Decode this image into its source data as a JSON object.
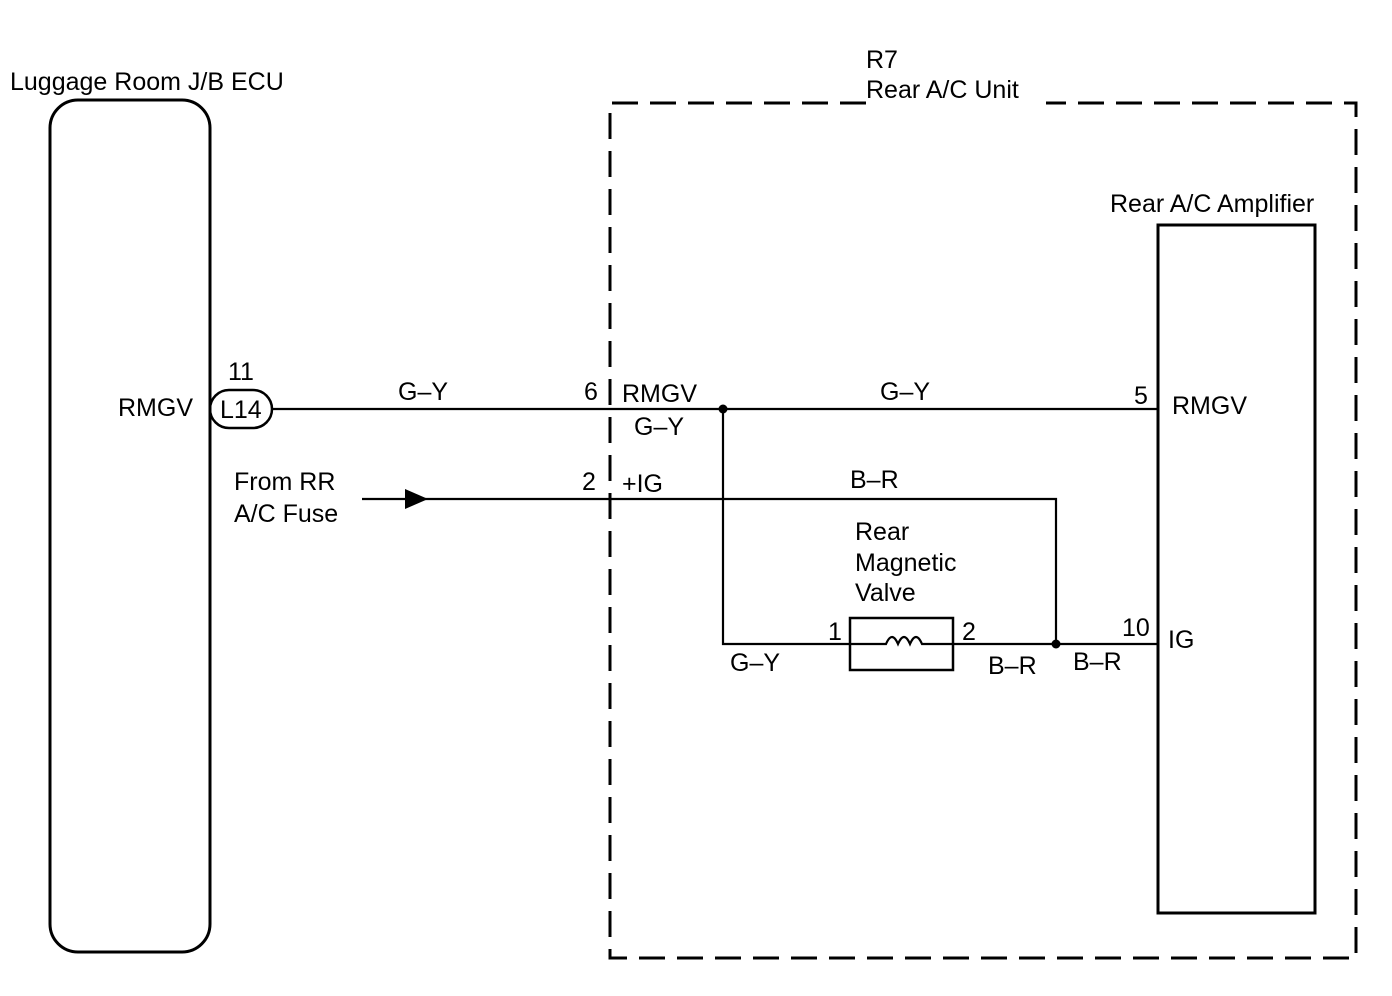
{
  "ecu": {
    "title": "Luggage Room J/B ECU",
    "terminal": "RMGV",
    "pin": "11",
    "connector": "L14"
  },
  "unit": {
    "code": "R7",
    "name": "Rear A/C Unit"
  },
  "amplifier": {
    "title": "Rear A/C Amplifier",
    "pin_rmgv": "5",
    "term_rmgv": "RMGV",
    "pin_ig": "10",
    "term_ig": "IG"
  },
  "unit_pins": {
    "pin_6": "6",
    "label_6": "RMGV",
    "pin_2": "2",
    "label_2": "+IG"
  },
  "fuse": {
    "line1": "From RR",
    "line2": "A/C Fuse"
  },
  "valve": {
    "line1": "Rear",
    "line2": "Magnetic",
    "line3": "Valve",
    "pin1": "1",
    "pin2": "2"
  },
  "wires": {
    "gy_ecu_to_unit": "G–Y",
    "gy_below_rmgv": "G–Y",
    "gy_to_amp": "G–Y",
    "br_top": "B–R",
    "gy_valve_left": "G–Y",
    "br_valve_right": "B–R",
    "br_to_amp": "B–R"
  },
  "colors": {
    "line": "#000000",
    "background": "#ffffff"
  }
}
